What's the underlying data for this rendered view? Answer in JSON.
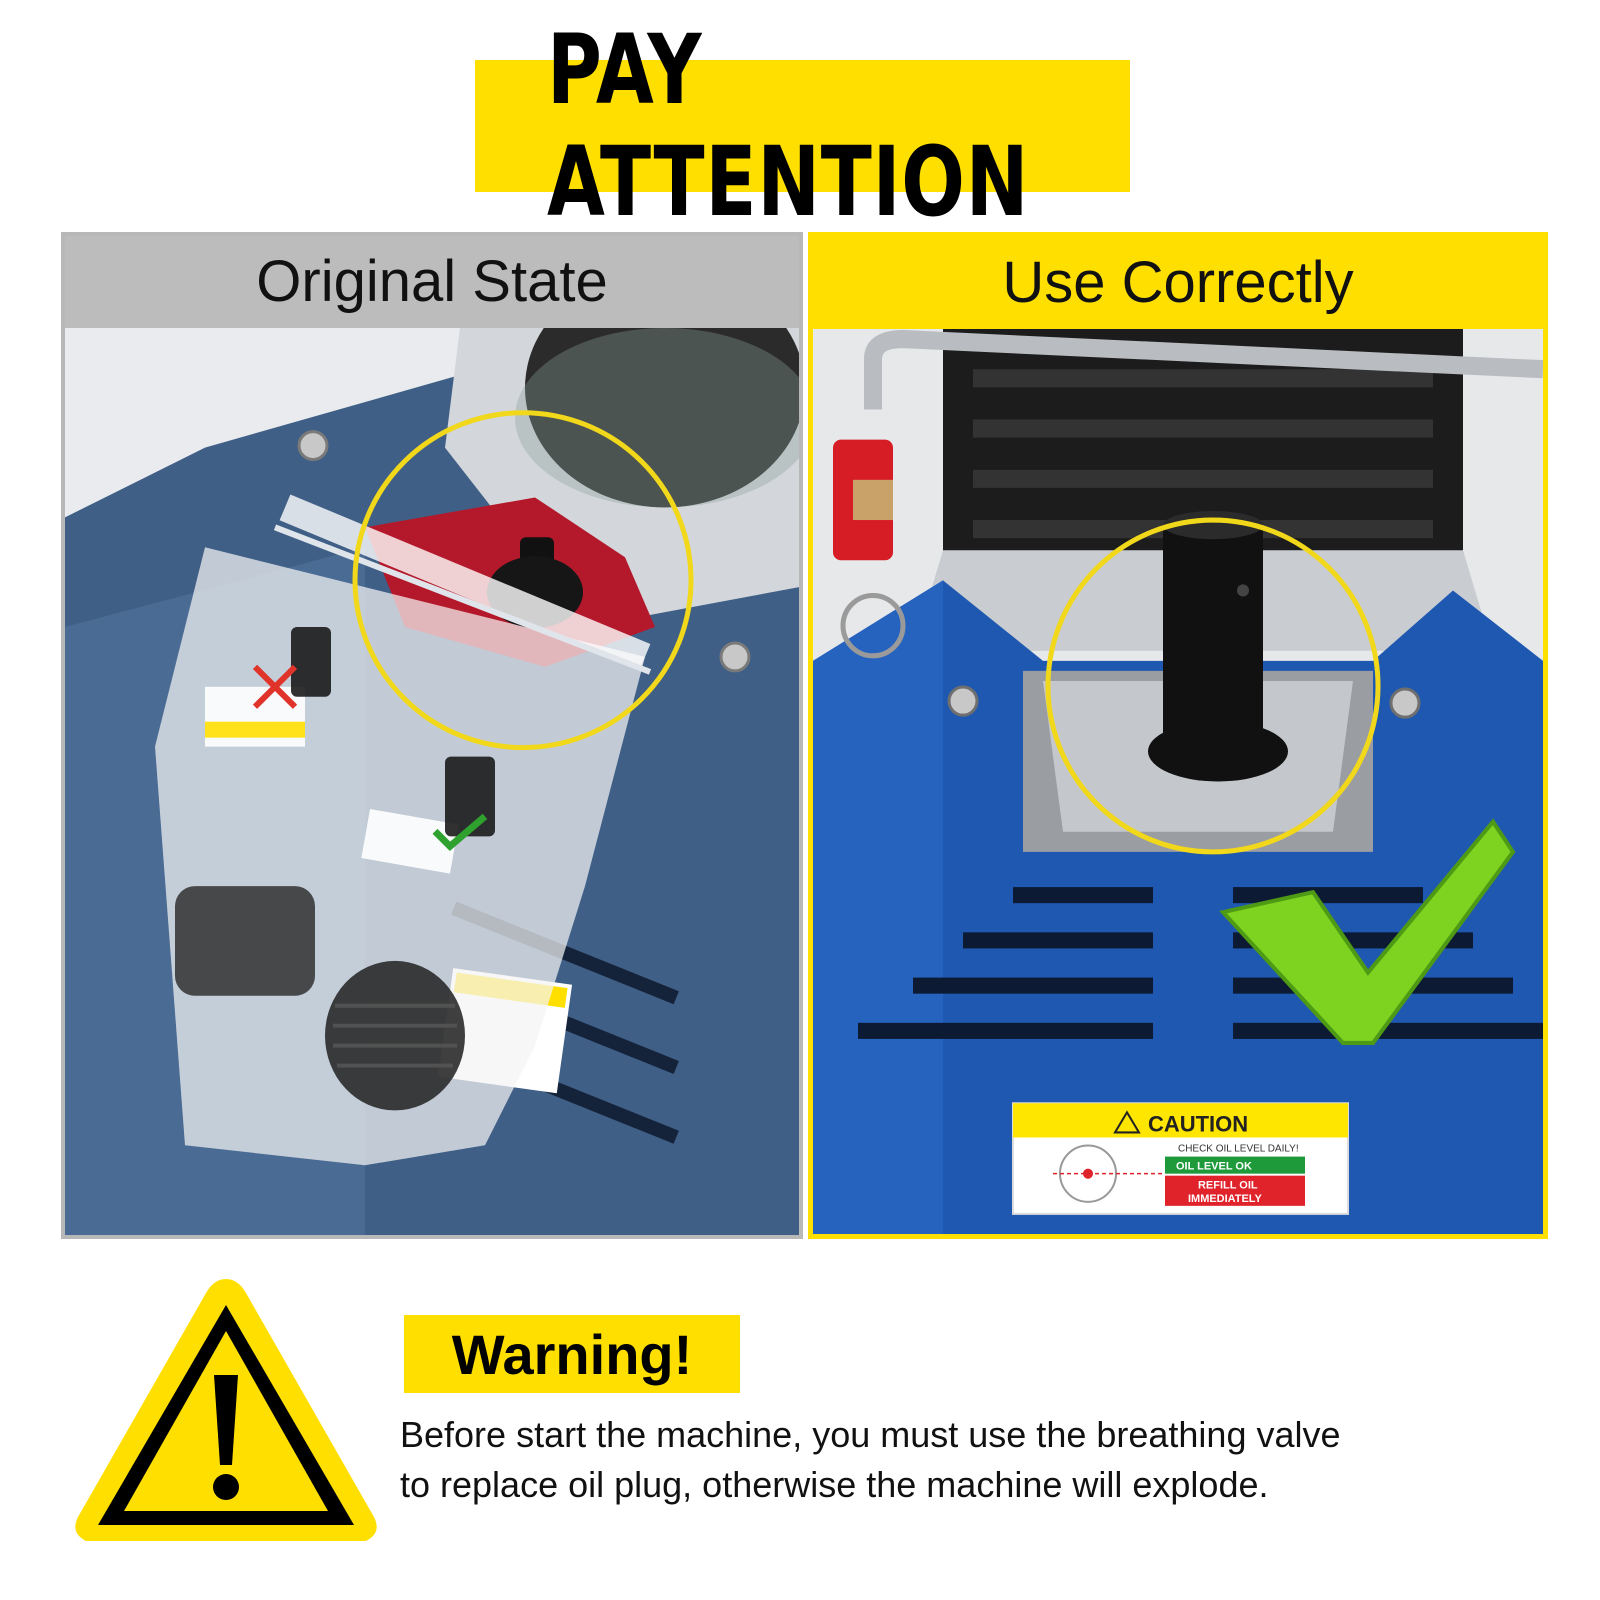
{
  "banner": {
    "title": "PAY ATTENTION"
  },
  "panels": {
    "left": {
      "label": "Original State"
    },
    "right": {
      "label": "Use Correctly"
    }
  },
  "caution_label": {
    "heading": "CAUTION",
    "check": "CHECK OIL LEVEL DAILY!",
    "ok": "OIL LEVEL OK",
    "refill_1": "REFILL OIL",
    "refill_2": "IMMEDIATELY"
  },
  "warning": {
    "title": "Warning!",
    "line1": "Before start the machine, you must use the breathing valve",
    "line2": "to replace oil plug, otherwise the machine will explode."
  },
  "colors": {
    "accent_yellow": "#ffdf00",
    "machine_blue_left": "#3f5f86",
    "machine_blue_right": "#1f58b0",
    "check_green": "#7ed321",
    "circle_yellow": "#f2d81a"
  },
  "icons": [
    "warning-triangle-icon",
    "checkmark-icon",
    "cross-icon",
    "highlight-circle-icon"
  ]
}
